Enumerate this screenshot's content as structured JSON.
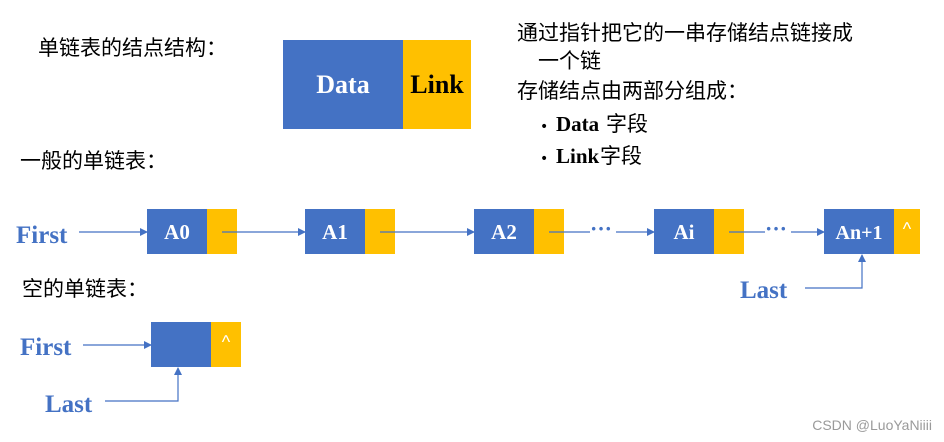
{
  "colors": {
    "data_box": "#4472C4",
    "link_box": "#FFC000",
    "text_white": "#FFFFFF",
    "arrow": "#4472C4",
    "pointer_text": "#4472C4"
  },
  "headings": {
    "node_structure": "单链表的结点结构：",
    "general_list": "一般的单链表：",
    "empty_list": "空的单链表："
  },
  "structure_box": {
    "data_label": "Data",
    "link_label": "Link"
  },
  "description": {
    "line1": "通过指针把它的一串存储结点链接成",
    "line2": "一个链",
    "line3": "存储结点由两部分组成：",
    "bullet1_bold": "Data",
    "bullet1_rest": "字段",
    "bullet2_bold": "Link",
    "bullet2_rest": "字段",
    "bullet_mark": "•"
  },
  "general_list": {
    "first_label": "First",
    "last_label": "Last",
    "nodes": [
      "A0",
      "A1",
      "A2",
      "Ai",
      "An+1"
    ],
    "ellipsis": "···",
    "null_mark": "^"
  },
  "empty_list": {
    "first_label": "First",
    "last_label": "Last",
    "null_mark": "^"
  },
  "watermark": "CSDN @LuoYaNiiii"
}
